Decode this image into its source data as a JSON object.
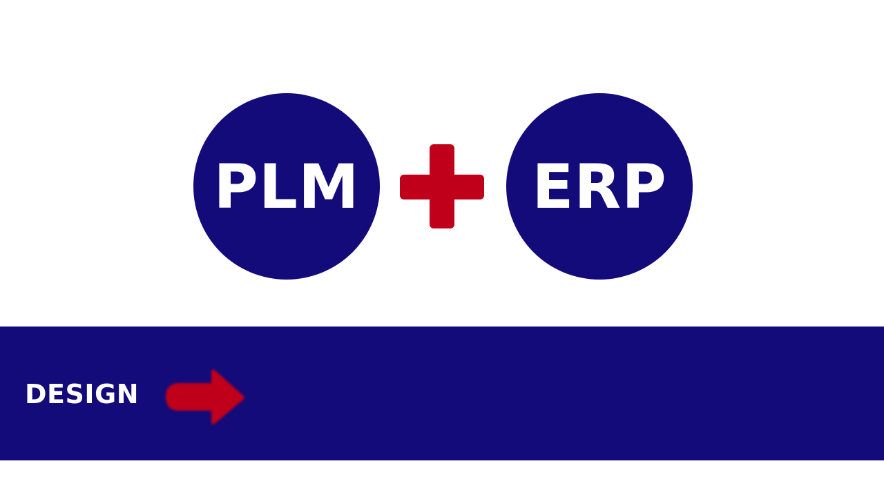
{
  "diagram": {
    "left_circle": {
      "label": "PLM"
    },
    "operator": {
      "symbol": "plus-icon",
      "color": "#c0001a"
    },
    "right_circle": {
      "label": "ERP"
    },
    "circle_color": "#130b7a"
  },
  "band": {
    "label": "DESIGN",
    "arrow": {
      "icon": "arrow-right-icon",
      "color": "#c0001a"
    },
    "color": "#130b7a"
  }
}
